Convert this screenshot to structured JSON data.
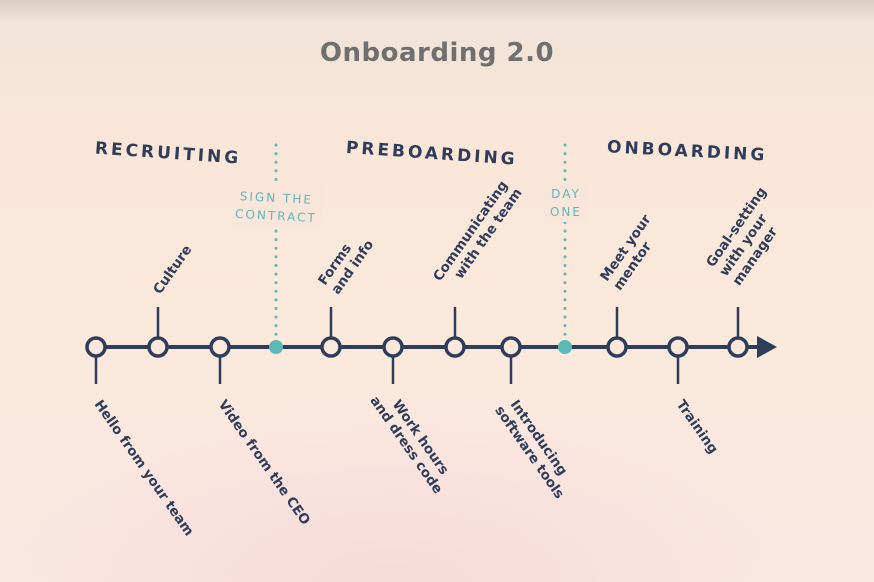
{
  "title": "Onboarding 2.0",
  "phases": [
    {
      "label": "RECRUITING"
    },
    {
      "label": "PREBOARDING"
    },
    {
      "label": "ONBOARDING"
    }
  ],
  "milestones": [
    {
      "line1": "SIGN THE",
      "line2": "CONTRACT"
    },
    {
      "line1": "DAY",
      "line2": "ONE"
    }
  ],
  "events_above": [
    {
      "line1": "Culture",
      "line2": ""
    },
    {
      "line1": "Forms",
      "line2": "and info"
    },
    {
      "line1": "Communicating",
      "line2": "with the team"
    },
    {
      "line1": "Meet your",
      "line2": "mentor"
    },
    {
      "line1": "Goal-setting",
      "line2": "with your",
      "line3": "manager"
    }
  ],
  "events_below": [
    {
      "line1": "Hello from your team",
      "line2": ""
    },
    {
      "line1": "Video from the CEO",
      "line2": ""
    },
    {
      "line1": "Work hours",
      "line2": "and dress code"
    },
    {
      "line1": "Introducing",
      "line2": "software tools"
    },
    {
      "line1": "Training",
      "line2": ""
    }
  ],
  "colors": {
    "line": "#2e3d59",
    "milestone": "#5fb8b8",
    "title": "#6f6f6f"
  }
}
